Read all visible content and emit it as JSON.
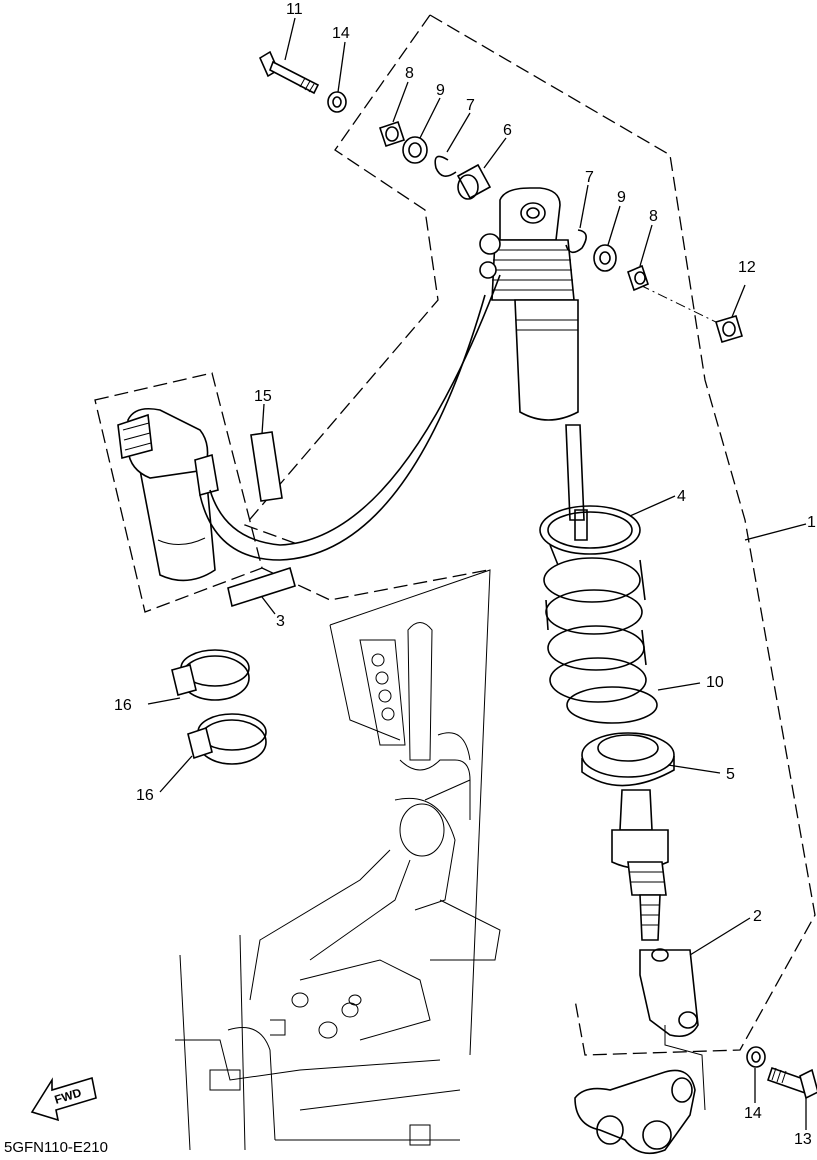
{
  "diagram": {
    "code": "5GFN110-E210",
    "direction_label": "FWD",
    "callouts": [
      {
        "id": "c11",
        "text": "11"
      },
      {
        "id": "c14a",
        "text": "14"
      },
      {
        "id": "c8a",
        "text": "8"
      },
      {
        "id": "c9a",
        "text": "9"
      },
      {
        "id": "c7a",
        "text": "7"
      },
      {
        "id": "c6",
        "text": "6"
      },
      {
        "id": "c7b",
        "text": "7"
      },
      {
        "id": "c9b",
        "text": "9"
      },
      {
        "id": "c8b",
        "text": "8"
      },
      {
        "id": "c12",
        "text": "12"
      },
      {
        "id": "c15",
        "text": "15"
      },
      {
        "id": "c4",
        "text": "4"
      },
      {
        "id": "c1",
        "text": "1"
      },
      {
        "id": "c3",
        "text": "3"
      },
      {
        "id": "c10",
        "text": "10"
      },
      {
        "id": "c16a",
        "text": "16"
      },
      {
        "id": "c5",
        "text": "5"
      },
      {
        "id": "c16b",
        "text": "16"
      },
      {
        "id": "c2",
        "text": "2"
      },
      {
        "id": "c14b",
        "text": "14"
      },
      {
        "id": "c13",
        "text": "13"
      }
    ]
  }
}
